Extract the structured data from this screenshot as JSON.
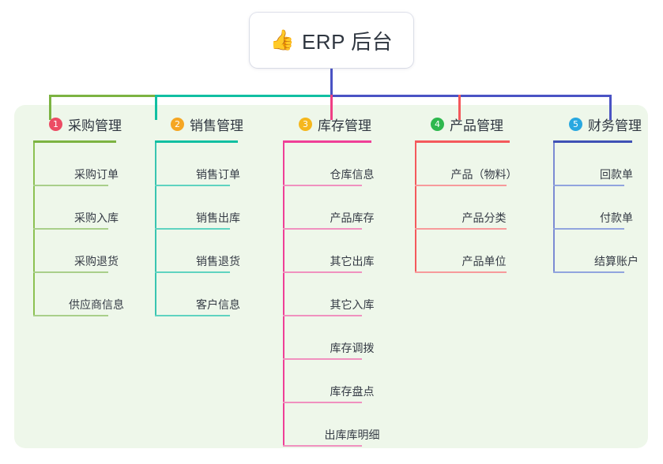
{
  "diagram": {
    "type": "tree-mindmap",
    "root": {
      "icon": "thumbs-up-icon",
      "emoji": "👍",
      "label": "ERP 后台"
    },
    "colors": {
      "panel_bg": "#eef7ea",
      "page_bg": "#ffffff",
      "root_connector": "#4a53c4",
      "branch_green": "#73b93e",
      "branch_teal": "#11bfa2",
      "branch_pink": "#ef3f85",
      "branch_red": "#f4595c",
      "branch_blue": "#4a53c4"
    },
    "branches": [
      {
        "index": "1",
        "badge_color": "#ec4c64",
        "line_color": "#7cb342",
        "item_line_color": "#a9cf8a",
        "spine_color": "#8cc152",
        "title": "采购管理",
        "items": [
          "采购订单",
          "采购入库",
          "采购退货",
          "供应商信息"
        ]
      },
      {
        "index": "2",
        "badge_color": "#f5a623",
        "line_color": "#11bfa2",
        "item_line_color": "#5fd3c0",
        "spine_color": "#39c5b0",
        "title": "销售管理",
        "items": [
          "销售订单",
          "销售出库",
          "销售退货",
          "客户信息"
        ]
      },
      {
        "index": "3",
        "badge_color": "#f5b71d",
        "line_color": "#ef3f97",
        "item_line_color": "#f091bf",
        "spine_color": "#ef3f97",
        "title": "库存管理",
        "items": [
          "仓库信息",
          "产品库存",
          "其它出库",
          "其它入库",
          "库存调拨",
          "库存盘点",
          "出库库明细"
        ]
      },
      {
        "index": "4",
        "badge_color": "#2eb84e",
        "line_color": "#f4595c",
        "item_line_color": "#f79a9b",
        "spine_color": "#f4595c",
        "title": "产品管理",
        "items": [
          "产品（物料）",
          "产品分类",
          "产品单位"
        ]
      },
      {
        "index": "5",
        "badge_color": "#29a8e0",
        "line_color": "#3f51b5",
        "item_line_color": "#91a4de",
        "spine_color": "#7b8bd4",
        "title": "财务管理",
        "items": [
          "回款单",
          "付款单",
          "结算账户"
        ]
      }
    ]
  }
}
